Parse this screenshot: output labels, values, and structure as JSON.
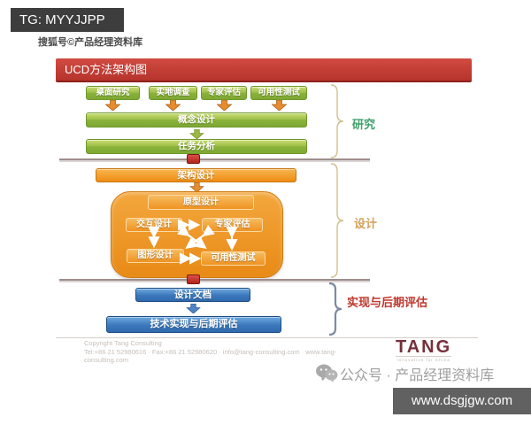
{
  "watermarks": {
    "tg_badge": "TG: MYYJJPP",
    "sohu_credit": "搜狐号©产品经理资料库",
    "site_badge": "www.dsgjgw.com"
  },
  "diagram": {
    "title": "UCD方法架构图",
    "research": {
      "label": "研究",
      "methods": [
        "桌面研究",
        "实地调查",
        "专家评估",
        "可用性测试"
      ],
      "step1": "概念设计",
      "step2": "任务分析"
    },
    "design": {
      "label": "设计",
      "architecture": "架构设计",
      "prototype": "原型设计",
      "interaction": "交互设计",
      "expert_review": "专家评估",
      "graphic": "图形设计",
      "usability": "可用性测试"
    },
    "implementation": {
      "label": "实现与后期评估",
      "step1": "设计文档",
      "step2": "技术实现与后期评估"
    }
  },
  "footer": {
    "copyright_line1": "Copyright Tang Consulting",
    "copyright_line2": "Tel:+86 21 52980616 · Fax:+86 21 52980620 · info@tang-consulting.com · www.tang-",
    "copyright_line3": "consulting.com",
    "logo": "TANG",
    "logo_tagline": "Innovation for China",
    "wechat_account": "公众号 · 产品经理资料库"
  },
  "colors": {
    "header_red": "#b5342b",
    "stage_green": "#89b239",
    "stage_orange": "#ee8d15",
    "stage_blue": "#3b78bb",
    "label_research": "#3ea06a",
    "label_design": "#d4a058",
    "label_implementation": "#bf372c",
    "divider": "#9d8e8c",
    "badge_dark": "#3d3d3d"
  }
}
